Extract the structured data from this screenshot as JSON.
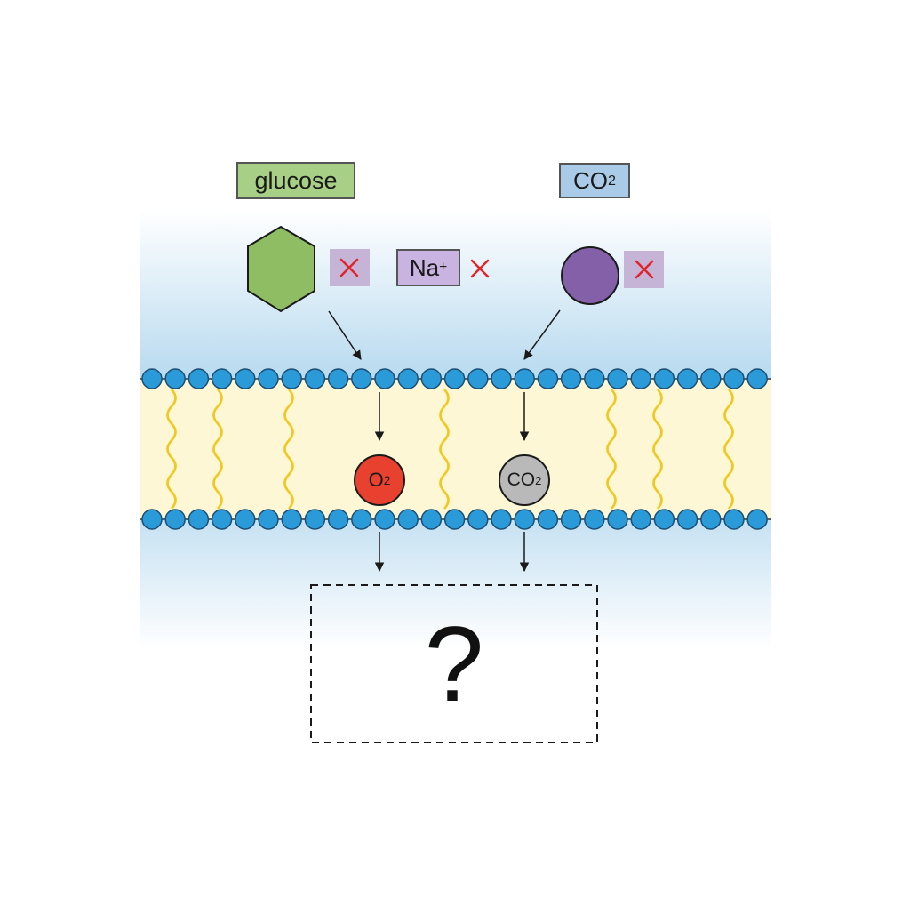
{
  "labels": {
    "glucose": "glucose",
    "co2_main": "CO",
    "co2_sub": "2",
    "na_main": "Na",
    "na_sup": "+",
    "o2_main": "O",
    "o2_sub": "2",
    "co2_inner_main": "CO",
    "co2_inner_sub": "2",
    "unknown": "?"
  },
  "colors": {
    "glucose": "#8fbd63",
    "glucose_label": "#a8cf86",
    "co2_label": "#a9cbe8",
    "na_label": "#c9b3e0",
    "purple_molecule": "#8360a8",
    "blocked_box": "#c6b4d6",
    "cross": "#e0242b",
    "o2": "#e8412f",
    "co2_inner": "#b9b9b9",
    "phospholipid_head": "#2b9ad8",
    "lipid_tail": "#f0c820",
    "membrane_core": "#fdf7d6",
    "water": "#bcdcf0"
  },
  "icons": {
    "blocked": "cross-icon",
    "direction": "arrow-icon"
  }
}
